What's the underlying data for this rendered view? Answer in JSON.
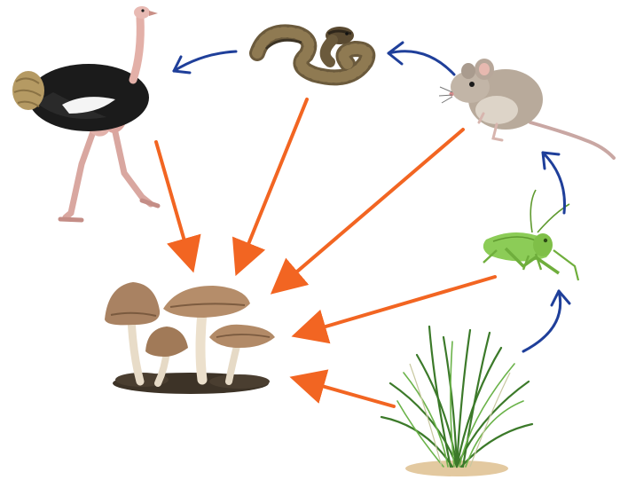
{
  "diagram": {
    "kind": "food-web",
    "organisms": [
      {
        "id": "ostrich",
        "icon": "ostrich-icon"
      },
      {
        "id": "snake",
        "icon": "snake-icon"
      },
      {
        "id": "mouse",
        "icon": "mouse-icon"
      },
      {
        "id": "grasshopper",
        "icon": "grasshopper-icon"
      },
      {
        "id": "grass",
        "icon": "grass-icon"
      },
      {
        "id": "mushrooms",
        "icon": "mushroom-icon"
      }
    ],
    "energy_flow": [
      {
        "from": "grass",
        "to": "grasshopper"
      },
      {
        "from": "grasshopper",
        "to": "mouse"
      },
      {
        "from": "mouse",
        "to": "snake"
      },
      {
        "from": "snake",
        "to": "ostrich"
      }
    ],
    "decomposition": [
      {
        "from": "ostrich",
        "to": "mushrooms"
      },
      {
        "from": "snake",
        "to": "mushrooms"
      },
      {
        "from": "mouse",
        "to": "mushrooms"
      },
      {
        "from": "grasshopper",
        "to": "mushrooms"
      },
      {
        "from": "grass",
        "to": "mushrooms"
      }
    ],
    "colors": {
      "energy_arrow": "#1f3f9a",
      "decomposer_arrow": "#f26522",
      "background": "#ffffff"
    }
  }
}
